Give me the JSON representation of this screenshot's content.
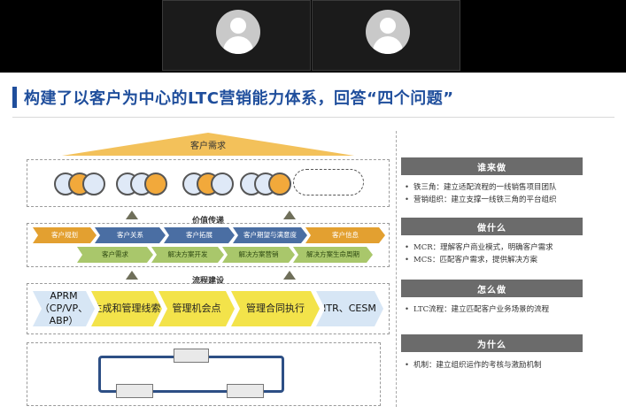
{
  "title": "构建了以客户为中心的LTC营销能力体系，回答“四个问题”",
  "left": {
    "top_label": "客户需求",
    "value_label": "价值传递",
    "value_row1": [
      "客户规划",
      "客户关系",
      "客户拓展",
      "客户期望与满意度",
      "客户信息"
    ],
    "value_row2": [
      "客户需求",
      "解决方案开发",
      "解决方案营销",
      "解决方案生命周期"
    ],
    "process_label": "流程建设",
    "process_row": [
      "APRM（CP/VP、ABP）",
      "生成和管理线索",
      "管理机会点",
      "管理合同执行",
      "ITR、CESM"
    ]
  },
  "right": {
    "sections": [
      {
        "header": "谁来做",
        "bullets": [
          "铁三角：建立适配流程的一线销售项目团队",
          "营销组织：建立支撑一线铁三角的平台组织"
        ]
      },
      {
        "header": "做什么",
        "bullets": [
          "MCR：理解客户商业模式，明确客户需求",
          "MCS：匹配客户需求，提供解决方案"
        ]
      },
      {
        "header": "怎么做",
        "bullets": [
          "LTC流程：建立匹配客户业务场景的流程"
        ]
      },
      {
        "header": "为什么",
        "bullets": [
          "机制：建立组织运作的考核与激励机制"
        ]
      }
    ]
  },
  "colors": {
    "title": "#1f4e9c",
    "header_bg": "#6b6b6b",
    "pill_blue": "#4a6ea3",
    "pill_orange": "#e3a030",
    "chevron_yellow": "#f3e34a"
  }
}
